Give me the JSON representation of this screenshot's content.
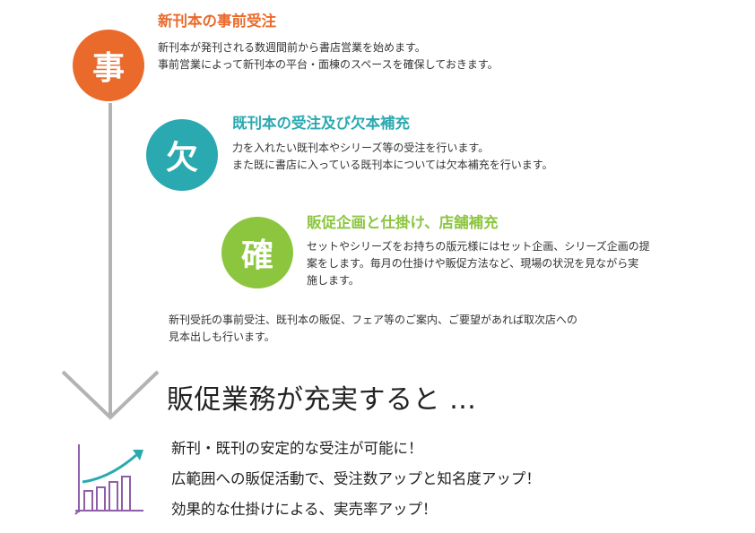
{
  "steps": [
    {
      "icon_char": "事",
      "color": "#ea6a2c",
      "title": "新刊本の事前受注",
      "desc": [
        "新刊本が発刊される数週間前から書店営業を始めます。",
        "事前営業によって新刊本の平台・面棟のスペースを確保しておきます。"
      ]
    },
    {
      "icon_char": "欠",
      "color": "#2aa9b0",
      "title": "既刊本の受注及び欠本補充",
      "desc": [
        "力を入れたい既刊本やシリーズ等の受注を行います。",
        "また既に書店に入っている既刊本については欠本補充を行います。"
      ]
    },
    {
      "icon_char": "確",
      "color": "#8cc63f",
      "title": "販促企画と仕掛け、店舗補充",
      "desc": [
        "セットやシリーズをお持ちの版元様にはセット企画、シリーズ企画の提",
        "案をします。毎月の仕掛けや販促方法など、現場の状況を見ながら実",
        "施します。"
      ]
    }
  ],
  "note": [
    "新刊受託の事前受注、既刊本の販促、フェア等のご案内、ご要望があれば取次店への",
    "見本出しも行います。"
  ],
  "headline": "販促業務が充実すると …",
  "benefits": [
    "新刊・既刊の安定的な受注が可能に！",
    "広範囲への販促活動で、受注数アップと知名度アップ！",
    "効果的な仕掛けによる、実売率アップ！"
  ],
  "colors": {
    "flow_line": "#b3b3b3",
    "chart_icon": "#8e5fa8",
    "chart_arrow": "#2aa9b0"
  },
  "icons": {
    "flow": "down-arrow-flow-line",
    "chart": "growth-bar-chart-icon"
  }
}
